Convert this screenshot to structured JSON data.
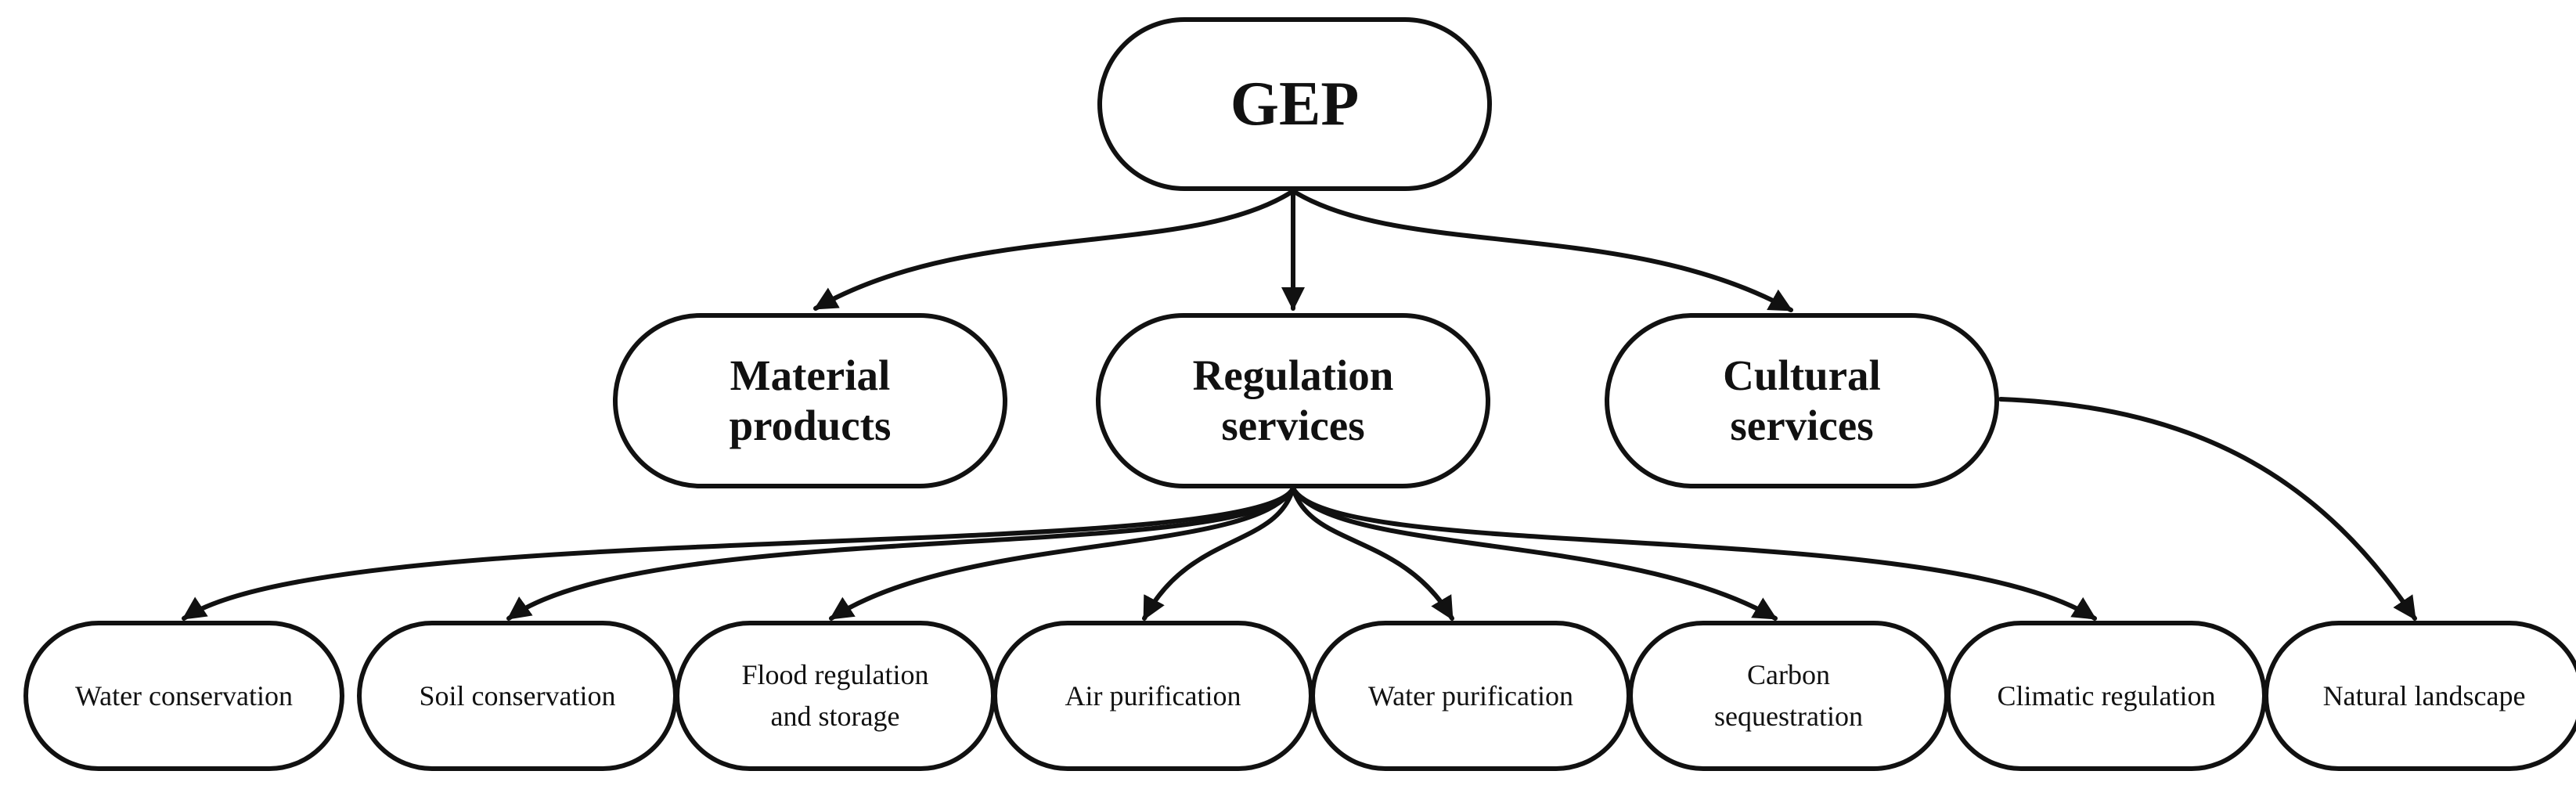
{
  "diagram": {
    "root": {
      "label": "GEP"
    },
    "categories": [
      {
        "label": "Material\nproducts"
      },
      {
        "label": "Regulation\nservices"
      },
      {
        "label": "Cultural\nservices"
      }
    ],
    "services": [
      {
        "label": "Water conservation"
      },
      {
        "label": "Soil conservation"
      },
      {
        "label": "Flood regulation\nand storage"
      },
      {
        "label": "Air purification"
      },
      {
        "label": "Water purification"
      },
      {
        "label": "Carbon\nsequestration"
      },
      {
        "label": "Climatic regulation"
      },
      {
        "label": "Natural landscape"
      }
    ]
  }
}
